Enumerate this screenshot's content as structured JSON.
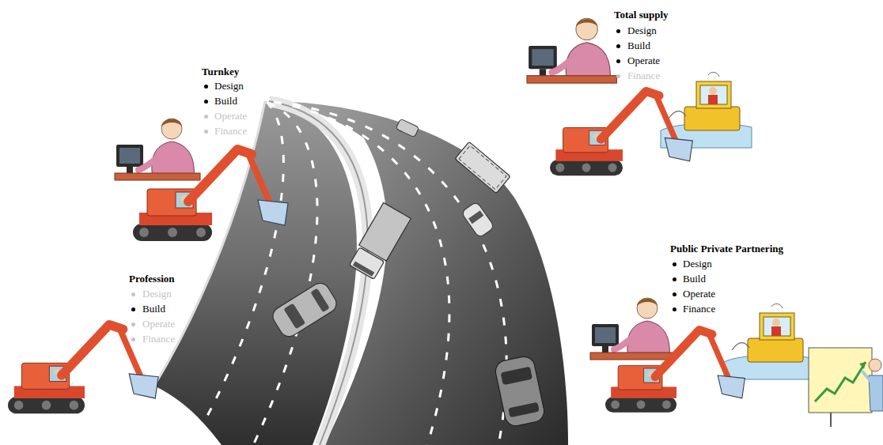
{
  "diagram": {
    "labels": [
      "Total supply",
      "Design",
      "Build",
      "Operate",
      "Finance",
      "Turnkey",
      "Design",
      "Build",
      "Operate",
      "Finance",
      "Public Private Partnering",
      "Design",
      "Build",
      "Operate",
      "Finance",
      "Profession",
      "Design",
      "Build",
      "Operate",
      "Finance"
    ]
  }
}
